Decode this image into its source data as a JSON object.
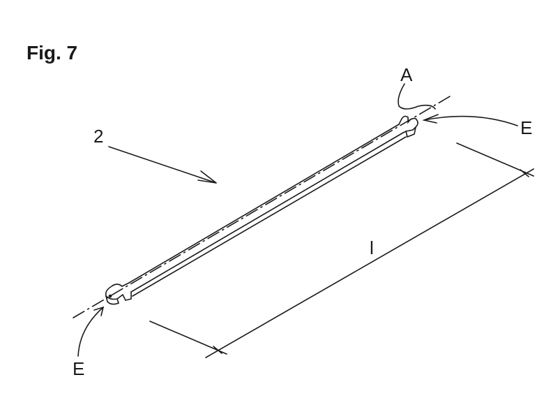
{
  "figure_title": "Fig. 7",
  "labels": {
    "axis": "A",
    "end_right": "E",
    "end_left": "E",
    "part": "2",
    "length": "l"
  },
  "colors": {
    "ink": "#1a1a1a",
    "background": "#ffffff"
  }
}
